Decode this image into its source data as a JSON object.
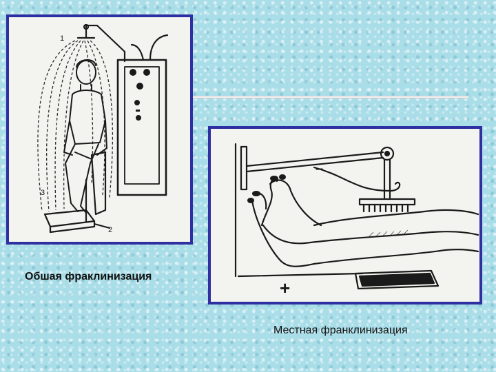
{
  "slide": {
    "caption_left": "Обшая фраклинизация",
    "caption_right": "Местная франклинизация",
    "illustration_left": {
      "labels": {
        "top": "1",
        "left": "3",
        "bottom": "2",
        "minus": "–"
      }
    },
    "illustration_right": {
      "labels": {
        "minus": "–",
        "plus": "+"
      }
    },
    "colors": {
      "background": "#a9dde8",
      "frame_border": "#2e2fa0",
      "illustration_bg": "#f3f3ef",
      "ink": "#1a1a1a"
    }
  }
}
